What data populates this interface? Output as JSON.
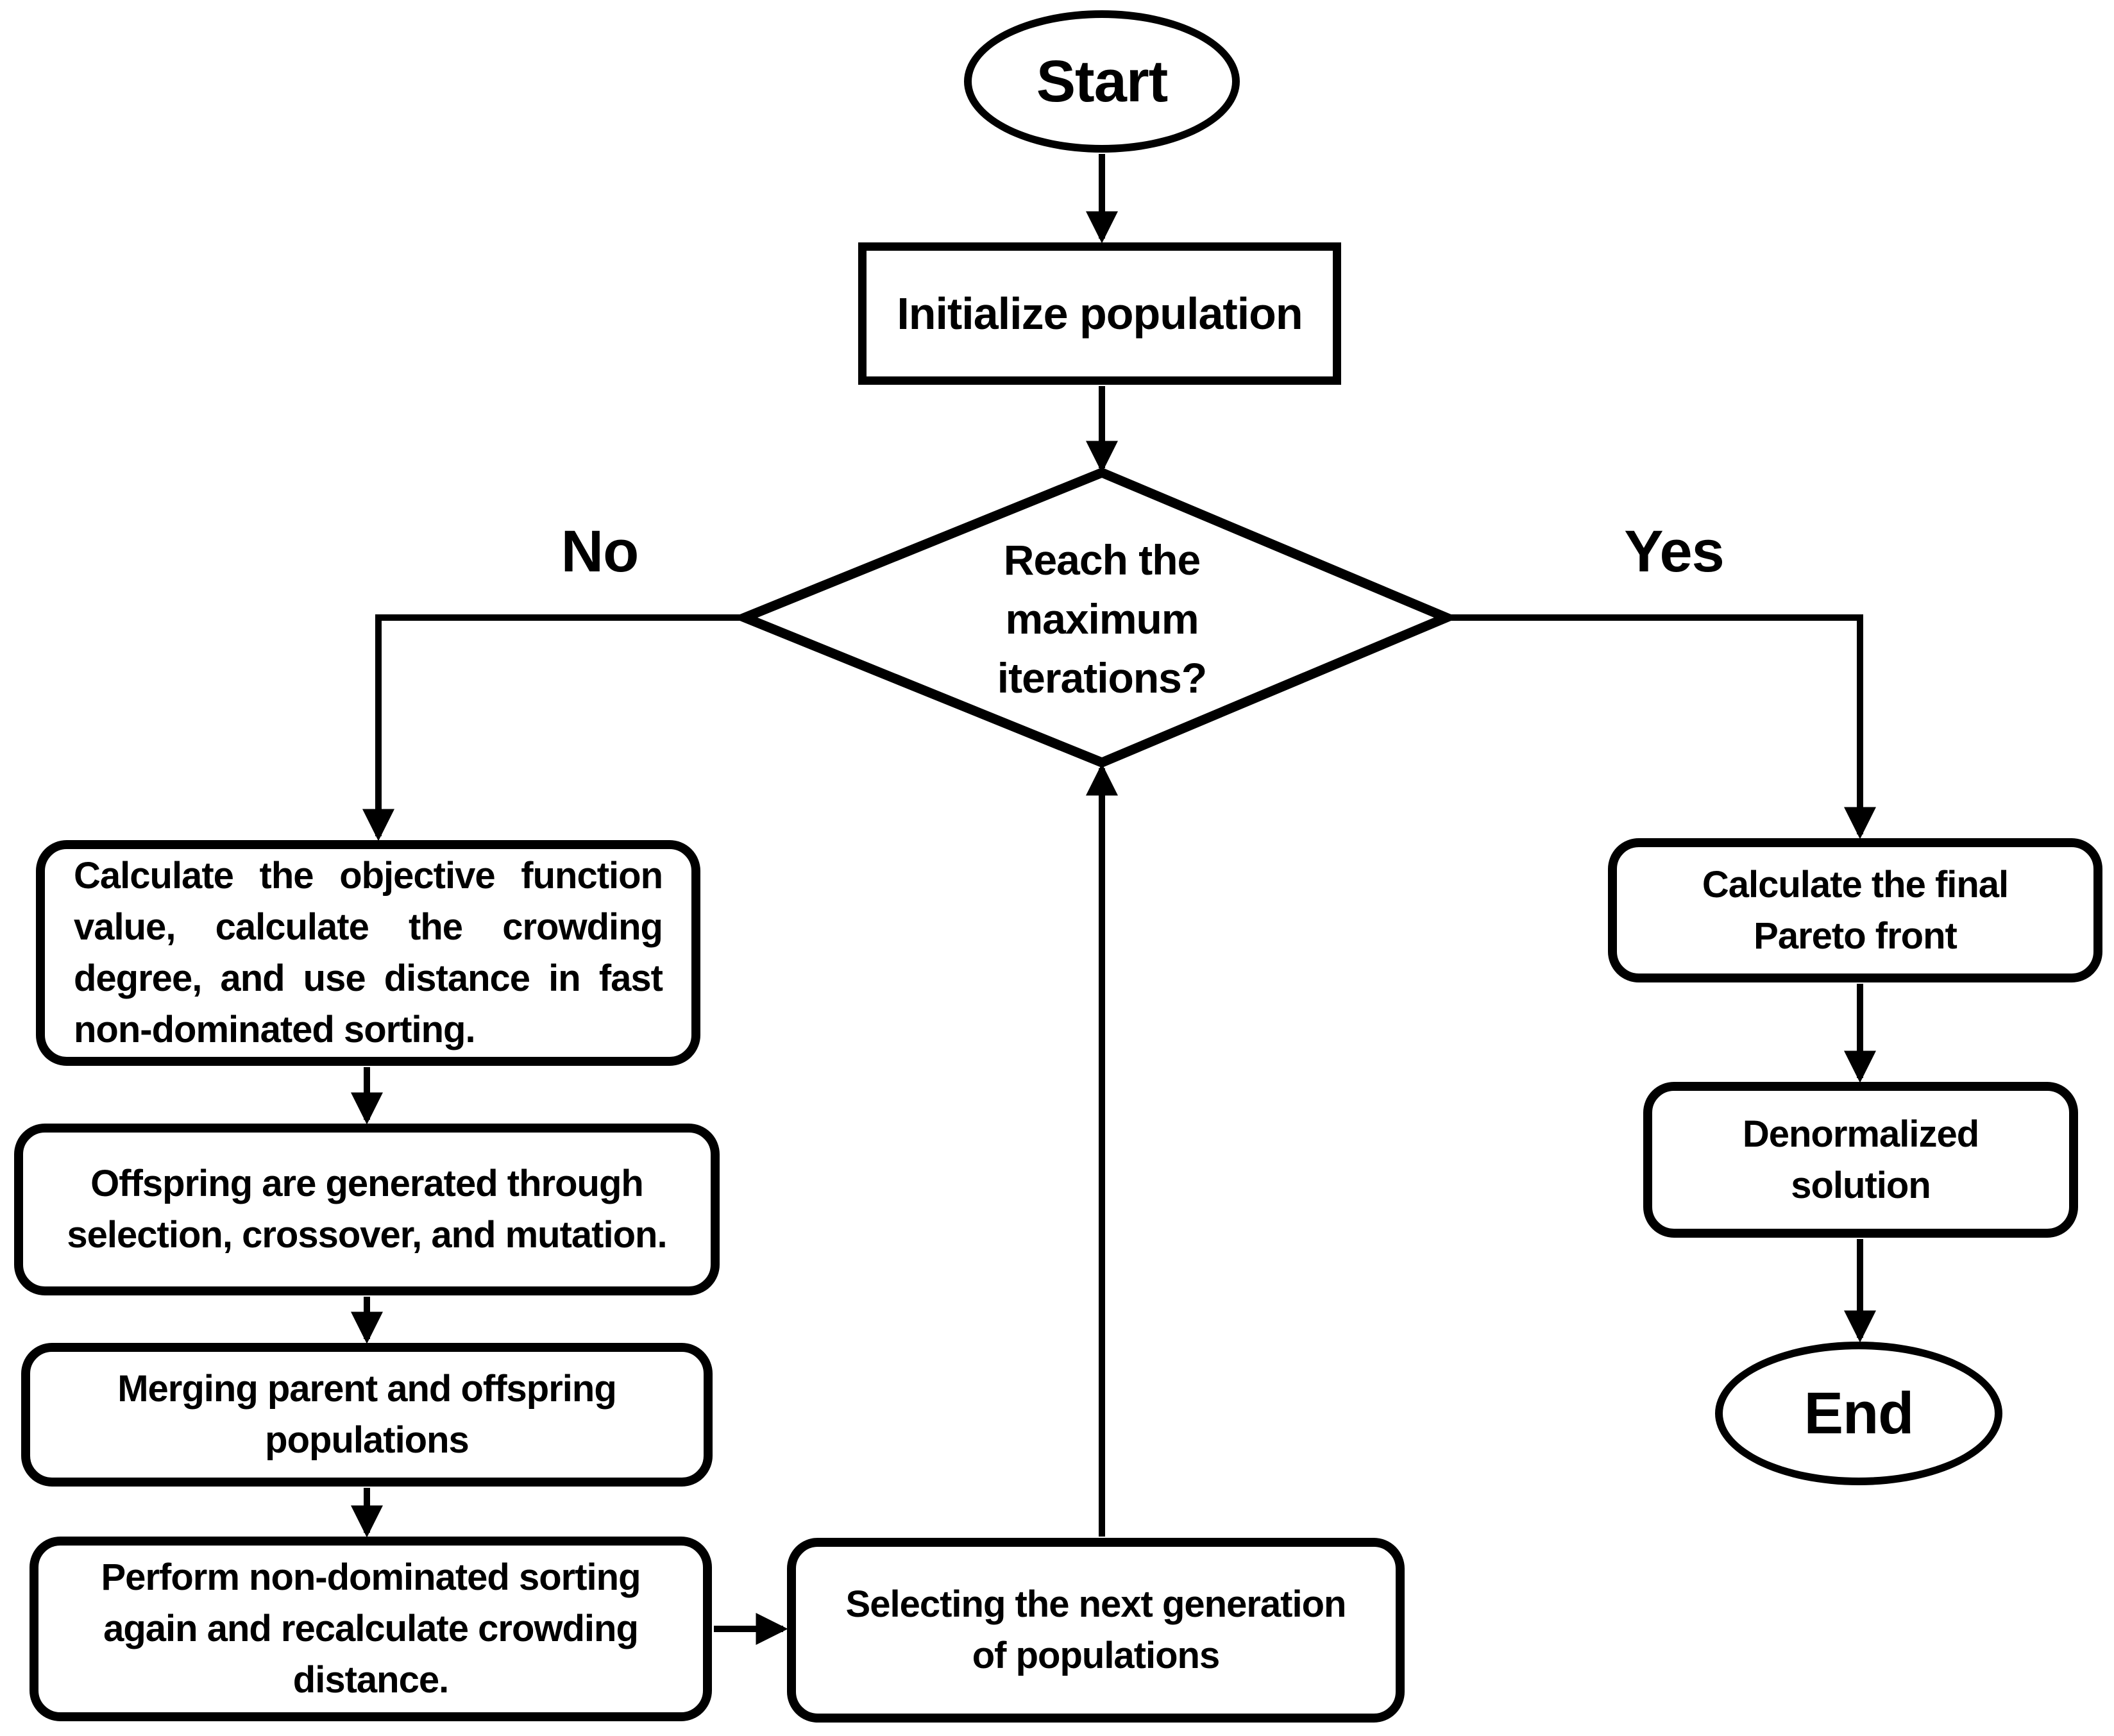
{
  "diagram": {
    "colors": {
      "stroke": "#000000",
      "fill": "#ffffff",
      "text": "#000000"
    },
    "nodes": {
      "start": {
        "shape": "ellipse",
        "label": "Start"
      },
      "initialize": {
        "shape": "rect",
        "label": "Initialize population"
      },
      "decision": {
        "shape": "diamond",
        "label": "Reach the maximum iterations?",
        "lines": [
          "Reach the",
          "maximum",
          "iterations?"
        ]
      },
      "calc_objective": {
        "shape": "rounded",
        "label": "Calculate the objective function value, calculate the crowding degree, and use distance in fast non-dominated sorting.",
        "lines": [
          "Calculate the objective function",
          "value, calculate the crowding",
          "degree, and use distance in fast",
          "non-dominated sorting."
        ]
      },
      "offspring": {
        "shape": "rounded",
        "label": "Offspring are generated through selection, crossover, and mutation.",
        "lines": [
          "Offspring are generated through",
          "selection, crossover, and mutation."
        ]
      },
      "merge": {
        "shape": "rounded",
        "label": "Merging parent and offspring populations",
        "lines": [
          "Merging parent and offspring",
          "populations"
        ]
      },
      "resort": {
        "shape": "rounded",
        "label": "Perform non-dominated sorting again and recalculate crowding distance.",
        "lines": [
          "Perform non-dominated sorting",
          "again and recalculate crowding",
          "distance."
        ]
      },
      "select_next": {
        "shape": "rounded",
        "label": "Selecting the next generation of populations",
        "lines": [
          "Selecting the next generation",
          "of populations"
        ]
      },
      "pareto": {
        "shape": "rounded",
        "label": "Calculate the final Pareto front",
        "lines": [
          "Calculate the final",
          "Pareto front"
        ]
      },
      "denormalize": {
        "shape": "rounded",
        "label": "Denormalized solution",
        "lines": [
          "Denormalized",
          "solution"
        ]
      },
      "end": {
        "shape": "ellipse",
        "label": "End"
      }
    },
    "edge_labels": {
      "no": "No",
      "yes": "Yes"
    }
  }
}
